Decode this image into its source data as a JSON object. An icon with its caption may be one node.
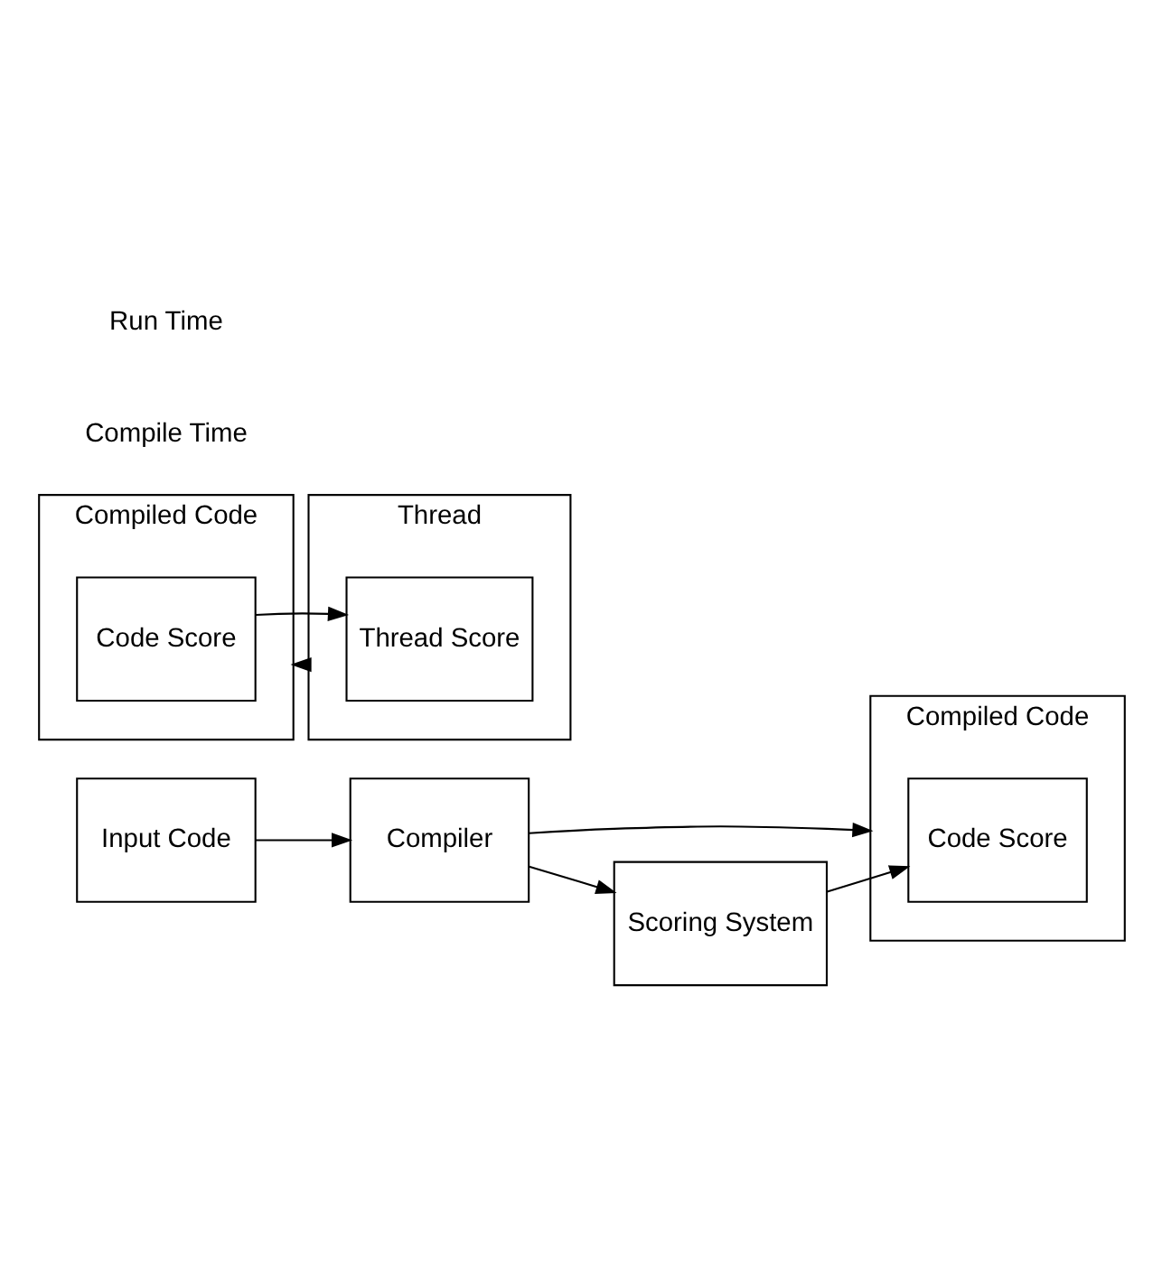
{
  "diagram": {
    "nodes": [
      {
        "text": [
          "Input Code"
        ]
      },
      {
        "text": [
          "Compiler"
        ]
      },
      {
        "text": [
          "Compiled Code"
        ]
      },
      {
        "text": [
          "Scoring System"
        ]
      },
      {
        "text": [
          "Code Score"
        ],
        "in": 2
      },
      {
        "text": [
          "Compiled Code"
        ]
      },
      {
        "text": [
          "Code Score"
        ],
        "in": 5
      },
      {
        "text": [
          "Thread"
        ]
      },
      {
        "text": [
          "Thread Score"
        ],
        "in": 7
      }
    ],
    "edges": [
      {
        "from": 0,
        "to": 1,
        "arrow": "to"
      },
      {
        "from": 1,
        "to": 2,
        "arrow": "to"
      },
      {
        "from": 1,
        "to": 3,
        "arrow": "to"
      },
      {
        "from": 3,
        "to": 4,
        "arrow": "to"
      },
      {
        "from": 7,
        "to": 5,
        "arrow": "to"
      },
      {
        "from": 6,
        "to": 8,
        "arrow": "to"
      }
    ],
    "labels": [
      "Compile Time",
      "Run Time"
    ]
  }
}
